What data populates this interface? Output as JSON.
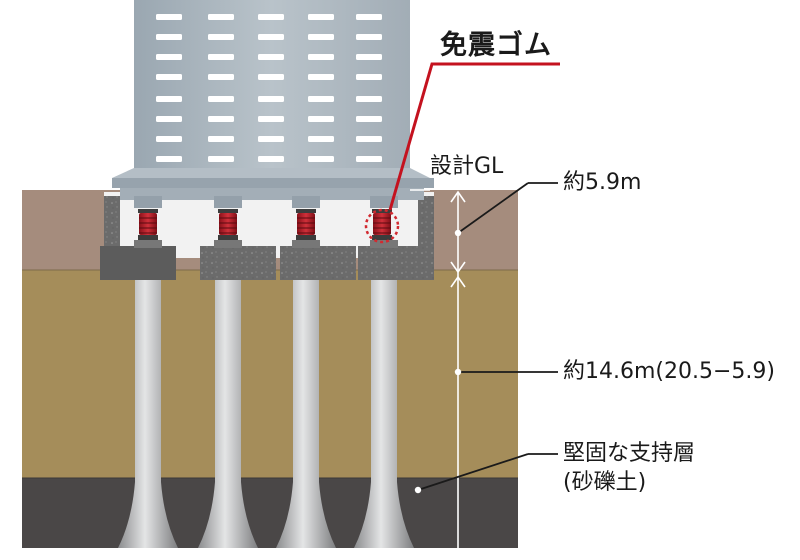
{
  "labels": {
    "isolator": "免震ゴム",
    "design_gl": "設計GL",
    "depth_upper": "約5.9m",
    "depth_lower": "約14.6m(20.5−5.9)",
    "bearing_layer_line1": "堅固な支持層",
    "bearing_layer_line2": "(砂礫土)"
  },
  "colors": {
    "upper_soil": "#a58c7d",
    "middle_soil": "#a58d5a",
    "bearing_layer": "#4a4747",
    "building": "#a9b4bd",
    "rubber": "#b0202a",
    "leader_red": "#c4121f",
    "concrete": "#6c6c6c",
    "pile": "#b8b9bb"
  }
}
